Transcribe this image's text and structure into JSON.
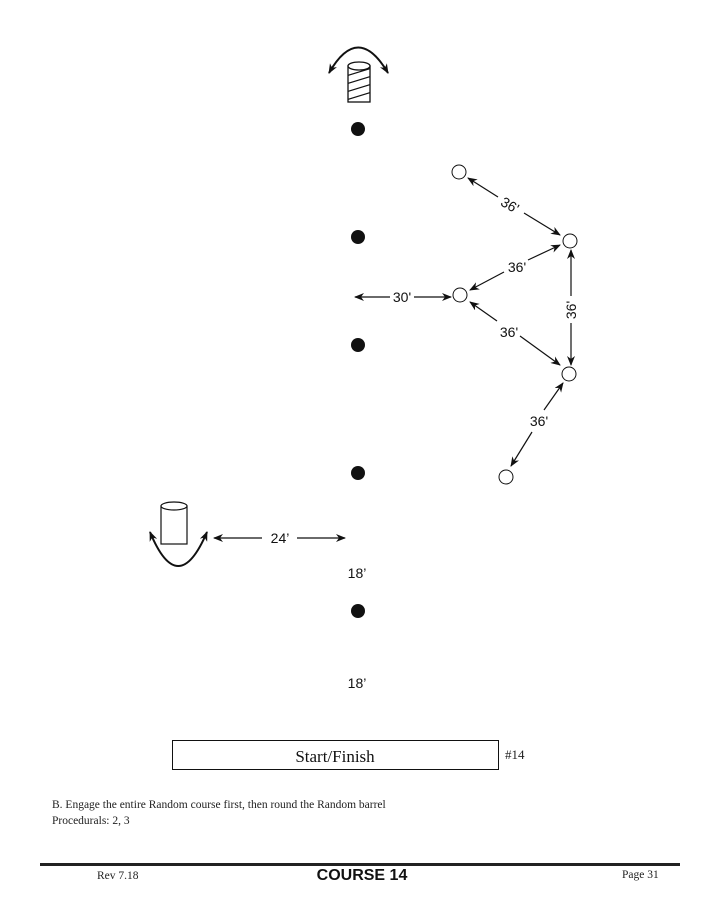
{
  "diagram": {
    "distances": {
      "top_left_to_right": "36'",
      "right_to_middle": "36'",
      "cones_to_middle": "30'",
      "middle_to_bottom_right": "36'",
      "right_vertical": "36'",
      "bottom_right_to_bottom": "36'",
      "barrel_to_cones": "24’",
      "spacing_upper": "18’",
      "spacing_lower": "18’"
    },
    "start_finish_label": "Start/Finish",
    "course_number": "#14"
  },
  "instructions": {
    "line1": "B. Engage the entire Random course first, then round the Random barrel",
    "line2": "Procedurals:  2, 3"
  },
  "footer": {
    "revision": "Rev 7.18",
    "title": "COURSE 14",
    "page": "Page 31"
  }
}
